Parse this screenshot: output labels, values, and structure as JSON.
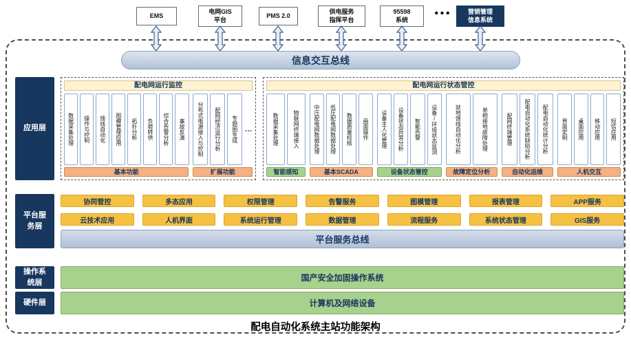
{
  "caption": "配电自动化系统主站功能架构",
  "info_bus_label": "信息交互总线",
  "platform_bus_label": "平台服务总线",
  "top_ellipsis": "•••",
  "external_systems": [
    {
      "label": "EMS"
    },
    {
      "label": "电网GIS\n平台"
    },
    {
      "label": "PMS 2.0"
    },
    {
      "label": "供电服务\n指挥平台"
    },
    {
      "label": "95598\n系统"
    },
    {
      "label": "营销管理\n信息系统"
    }
  ],
  "layer_labels": {
    "application": "应用层",
    "platform": "平台服务层",
    "os": "操作系统层",
    "hardware": "硬件层"
  },
  "panels": [
    {
      "title": "配电网运行监控",
      "groups": [
        {
          "name": "基本功能",
          "items": [
            "数据采集处理",
            "操作与控制",
            "馈线自动化",
            "图模管理应用",
            "拓扑分析",
            "负荷转供",
            "综合告警分析",
            "事故反演"
          ]
        },
        {
          "name": "扩展功能",
          "items": [
            "分布式电源接入与控制",
            "配网经济运行分析",
            "专题图生成"
          ],
          "ellipsis": "…"
        }
      ]
    },
    {
      "title": "配电网运行状态管控",
      "groups": [
        {
          "name": "智能感知",
          "items": [
            "数据采集处理",
            "物联网终端接入"
          ]
        },
        {
          "name": "基本SCADA",
          "items": [
            "中压配电网数据处理",
            "低压配电网数据处理",
            "数据质量校核",
            "画面操作"
          ]
        },
        {
          "name": "设备状态管控",
          "items": [
            "设备主人化管理",
            "设备状态异常分析",
            "智能告警",
            "设备/环境状态监测"
          ]
        },
        {
          "name": "故障定位分析",
          "items": [
            "就地馈线自动化分析",
            "单相接地故障处理"
          ]
        },
        {
          "name": "自动化运维",
          "items": [
            "配网终端管理",
            "配电自动化系统缺陷分析",
            "配电自动化统计分析"
          ]
        },
        {
          "name": "人机交互",
          "items": [
            "界面定制",
            "桌面应用",
            "移动应用",
            "短信应用"
          ]
        }
      ]
    }
  ],
  "platform_services": {
    "row1": [
      "协同管控",
      "多态应用",
      "权限管理",
      "告警服务",
      "图模管理",
      "报表管理",
      "APP服务"
    ],
    "row2": [
      "云技术应用",
      "人机界面",
      "系统运行管理",
      "数据管理",
      "流程服务",
      "系统状态管理",
      "GIS服务"
    ]
  },
  "os_bar": "国产安全加固操作系统",
  "hardware_bar": "计算机及网络设备",
  "colors": {
    "navy": "#17375e",
    "orange_bar": "#f4b183",
    "green_bar": "#a9d18e",
    "yellow_cell": "#f6c143",
    "bus_fill": "#bcc9db",
    "header_cream": "#fdf3d1"
  }
}
